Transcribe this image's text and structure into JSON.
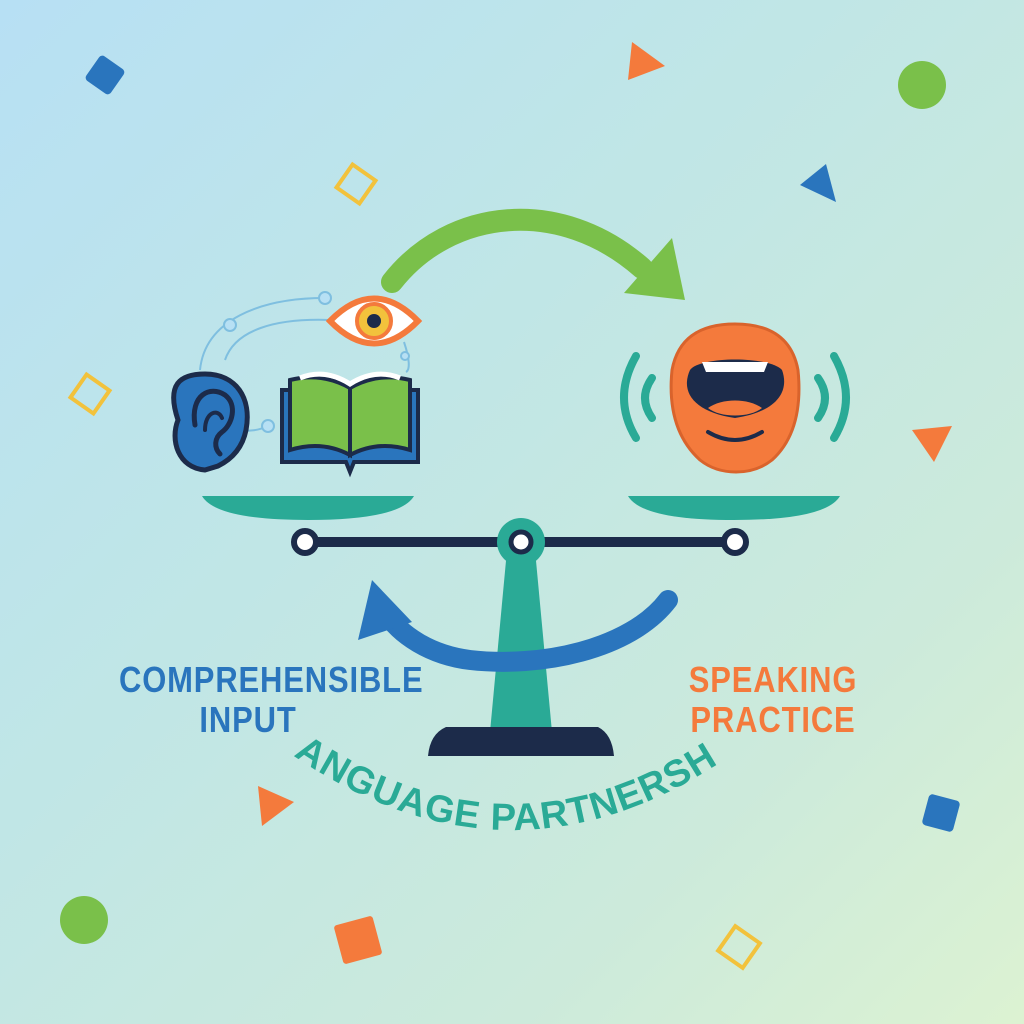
{
  "labels": {
    "left": [
      "COMPREHENSIBLE",
      "INPUT"
    ],
    "right": [
      "SPEAKING",
      "PRACTICE"
    ],
    "bottom": "LANGUAGE PARTNERSHIP"
  },
  "icons": [
    "ear-icon",
    "open-book-icon",
    "eye-icon",
    "open-mouth-icon",
    "sound-waves-icon",
    "balance-scale",
    "forward-arrow",
    "return-arrow"
  ],
  "colors": {
    "blue": "#2a75bd",
    "orange": "#f47a3c",
    "green": "#7ac04a",
    "teal": "#2aaa96",
    "navy": "#1c2b4a",
    "yellow": "#f2c23c"
  }
}
